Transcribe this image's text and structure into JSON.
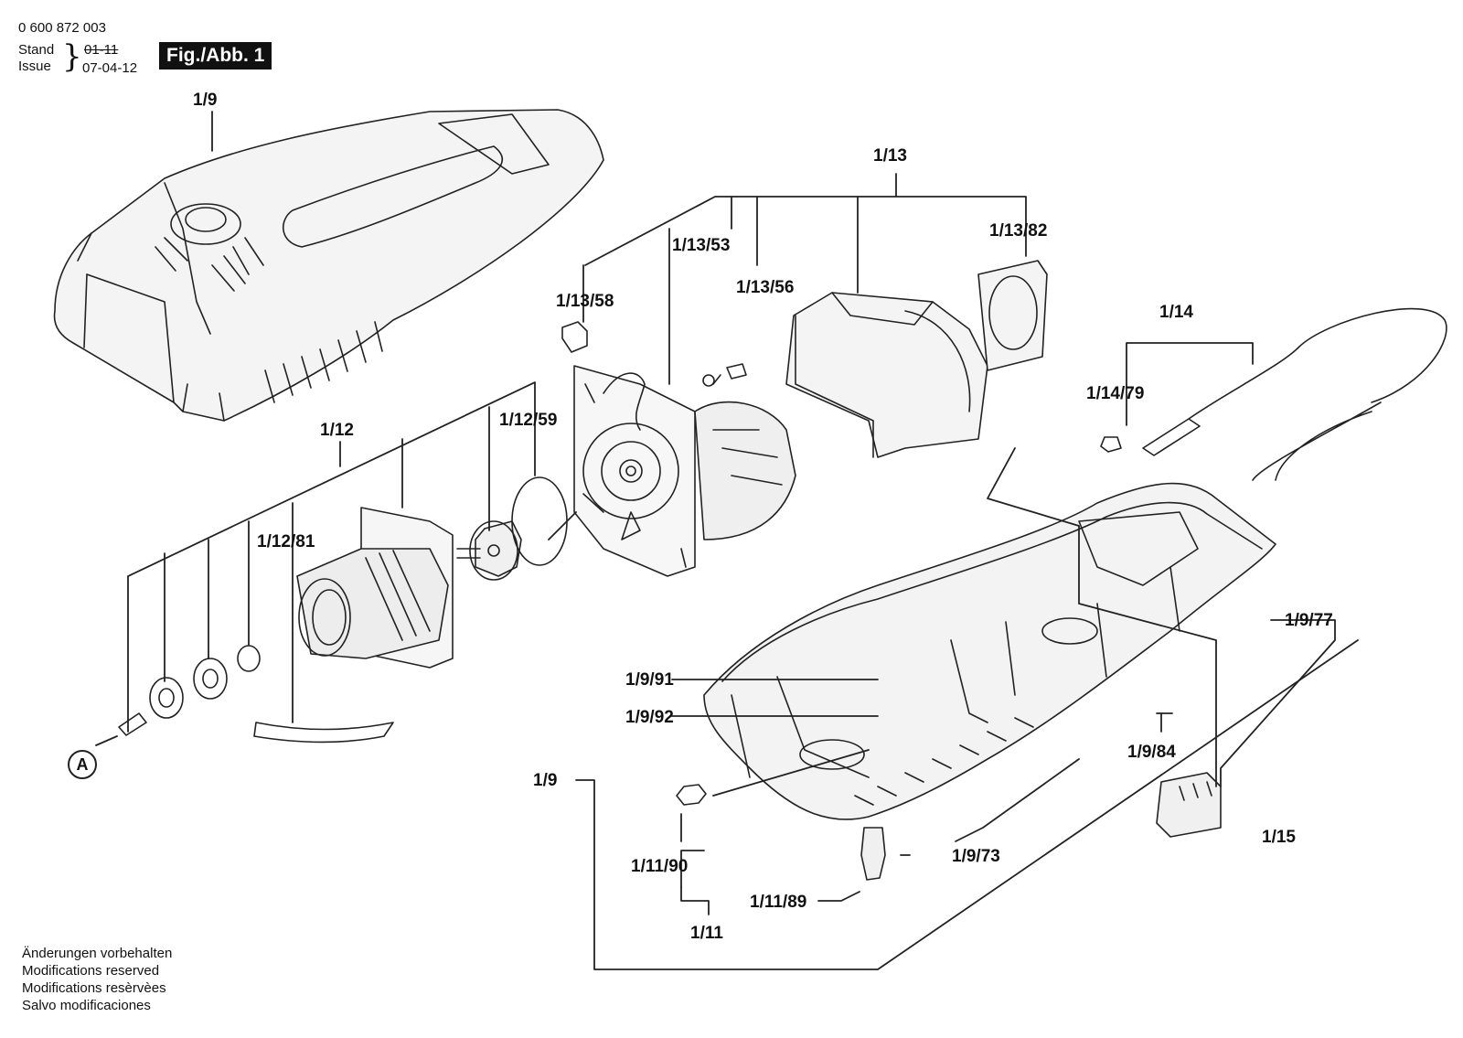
{
  "header": {
    "part_number": "0 600 872 003",
    "stand_label": "Stand",
    "issue_label": "Issue",
    "old_date": "01-11",
    "issue_date": "07-04-12",
    "figure": "Fig./Abb. 1"
  },
  "callouts": {
    "housing_top": "1/9",
    "motor_unit": "1/13",
    "m53": "1/13/53",
    "m82": "1/13/82",
    "m58": "1/13/58",
    "m56": "1/13/56",
    "cable": "1/14",
    "c79": "1/14/79",
    "pump": "1/12",
    "p59": "1/12/59",
    "p81": "1/12/81",
    "b77": "1/9/77",
    "b91": "1/9/91",
    "b92": "1/9/92",
    "b84": "1/9/84",
    "housing_bottom": "1/9",
    "switch": "1/15",
    "b73": "1/9/73",
    "n90": "1/11/90",
    "n89": "1/11/89",
    "nozzle": "1/11",
    "ref_a": "A"
  },
  "footer": {
    "line1": "Änderungen vorbehalten",
    "line2": "Modifications reserved",
    "line3": "Modifications resèrvèes",
    "line4": "Salvo modificaciones"
  }
}
